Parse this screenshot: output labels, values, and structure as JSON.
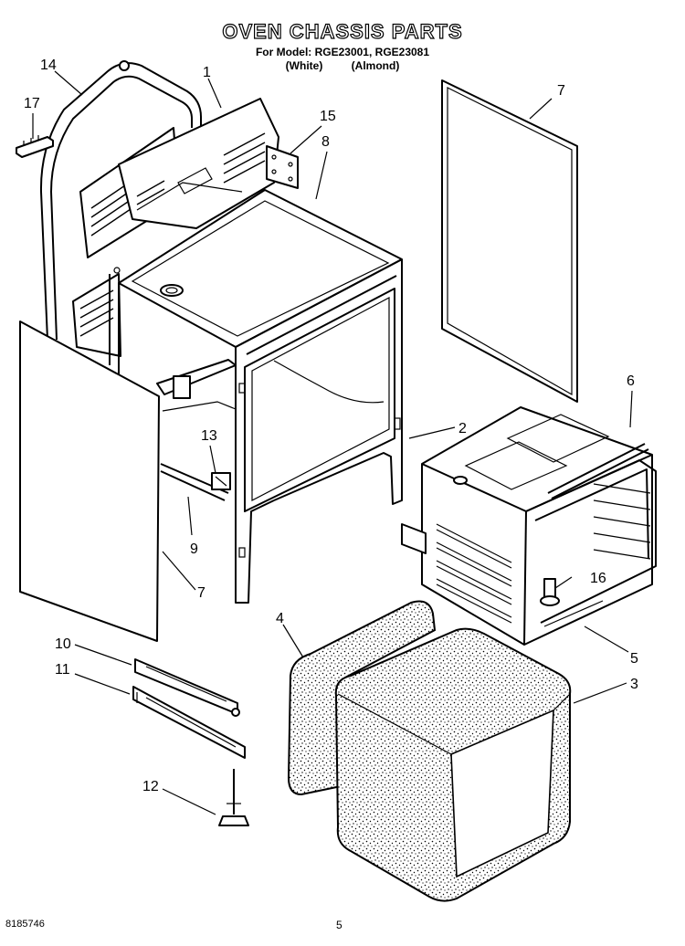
{
  "header": {
    "title": "OVEN CHASSIS PARTS",
    "models_line": "For Model: RGE23001, RGE23081",
    "color_1": "(White)",
    "color_2": "(Almond)"
  },
  "callouts": [
    {
      "id": "c14",
      "label": "14"
    },
    {
      "id": "c1",
      "label": "1"
    },
    {
      "id": "c17",
      "label": "17"
    },
    {
      "id": "c15",
      "label": "15"
    },
    {
      "id": "c8",
      "label": "8"
    },
    {
      "id": "c7a",
      "label": "7"
    },
    {
      "id": "c6",
      "label": "6"
    },
    {
      "id": "c2",
      "label": "2"
    },
    {
      "id": "c13",
      "label": "13"
    },
    {
      "id": "c9",
      "label": "9"
    },
    {
      "id": "c7b",
      "label": "7"
    },
    {
      "id": "c16",
      "label": "16"
    },
    {
      "id": "c4",
      "label": "4"
    },
    {
      "id": "c5",
      "label": "5"
    },
    {
      "id": "c3",
      "label": "3"
    },
    {
      "id": "c10",
      "label": "10"
    },
    {
      "id": "c11",
      "label": "11"
    },
    {
      "id": "c12",
      "label": "12"
    }
  ],
  "footer": {
    "document_number": "8185746",
    "page_number": "5"
  }
}
